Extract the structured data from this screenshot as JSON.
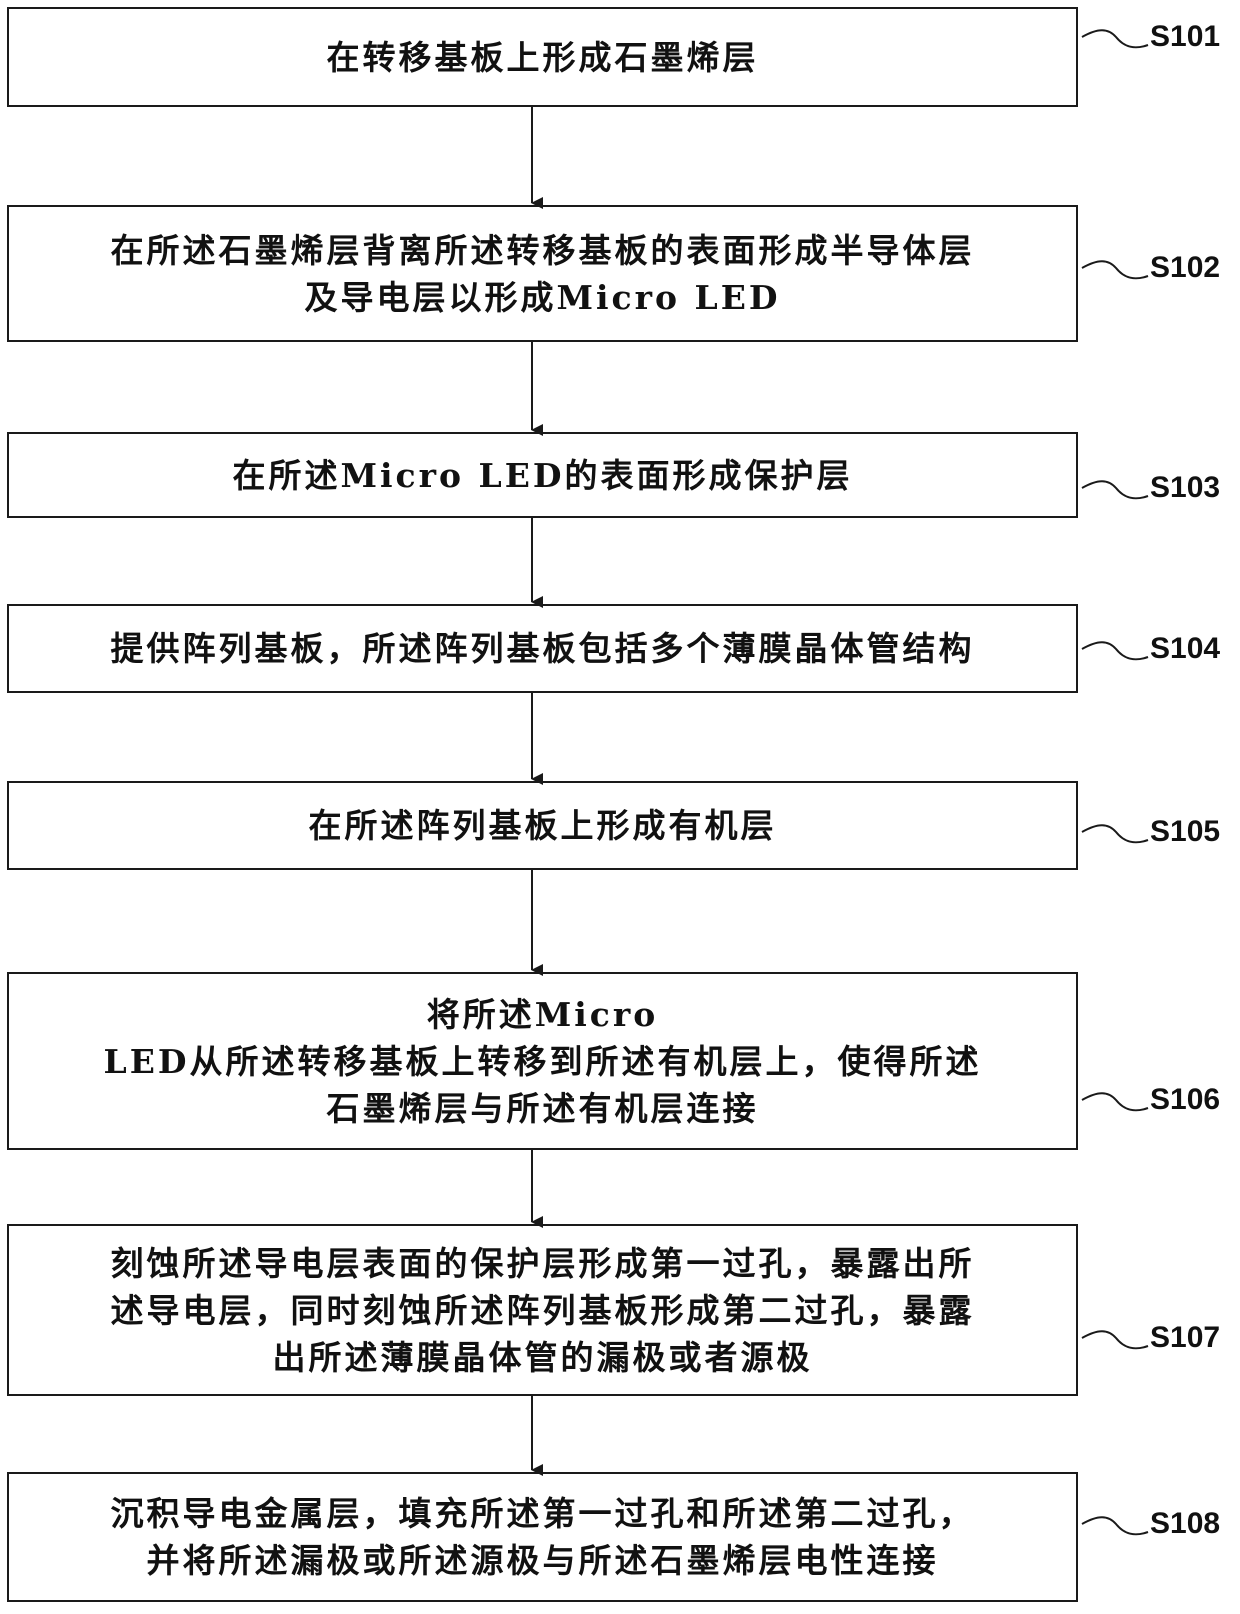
{
  "steps": [
    {
      "id": "S101",
      "text": "在转移基板上形成石墨烯层"
    },
    {
      "id": "S102",
      "text": "在所述石墨烯层背离所述转移基板的表面形成半导体层\n及导电层以形成Micro LED"
    },
    {
      "id": "S103",
      "text": "在所述Micro LED的表面形成保护层"
    },
    {
      "id": "S104",
      "text": "提供阵列基板，所述阵列基板包括多个薄膜晶体管结构"
    },
    {
      "id": "S105",
      "text": "在所述阵列基板上形成有机层"
    },
    {
      "id": "S106",
      "text": "将所述Micro\nLED从所述转移基板上转移到所述有机层上，使得所述\n石墨烯层与所述有机层连接"
    },
    {
      "id": "S107",
      "text": "刻蚀所述导电层表面的保护层形成第一过孔，暴露出所\n述导电层，同时刻蚀所述阵列基板形成第二过孔，暴露\n出所述薄膜晶体管的漏极或者源极"
    },
    {
      "id": "S108",
      "text": "沉积导电金属层，填充所述第一过孔和所述第二过孔，\n并将所述漏极或所述源极与所述石墨烯层电性连接"
    }
  ],
  "colors": {
    "line": "#1a1a1a",
    "text": "#111111",
    "background": "#ffffff"
  }
}
